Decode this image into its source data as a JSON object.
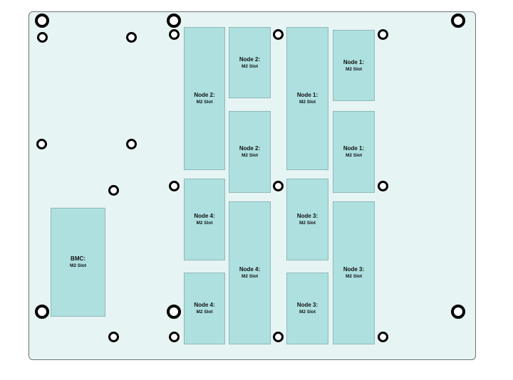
{
  "board": {
    "slots": [
      {
        "line1": "Node 2:",
        "line2": "M2 Slot"
      },
      {
        "line1": "Node 2:",
        "line2": "M2 Slot"
      },
      {
        "line1": "Node 2:",
        "line2": "M2 Slot"
      },
      {
        "line1": "Node 1:",
        "line2": "M2 Slot"
      },
      {
        "line1": "Node 1:",
        "line2": "M2 Slot"
      },
      {
        "line1": "Node 1:",
        "line2": "M2 Slot"
      },
      {
        "line1": "Node 4:",
        "line2": "M2 Slot"
      },
      {
        "line1": "Node 4:",
        "line2": "M2 Slot"
      },
      {
        "line1": "Node 4:",
        "line2": "M2 Slot"
      },
      {
        "line1": "Node 3:",
        "line2": "M2 Slot"
      },
      {
        "line1": "Node 3:",
        "line2": "M2 Slot"
      },
      {
        "line1": "Node 3:",
        "line2": "M2 Slot"
      },
      {
        "line1": "BMC:",
        "line2": "M2 Slot"
      }
    ]
  }
}
